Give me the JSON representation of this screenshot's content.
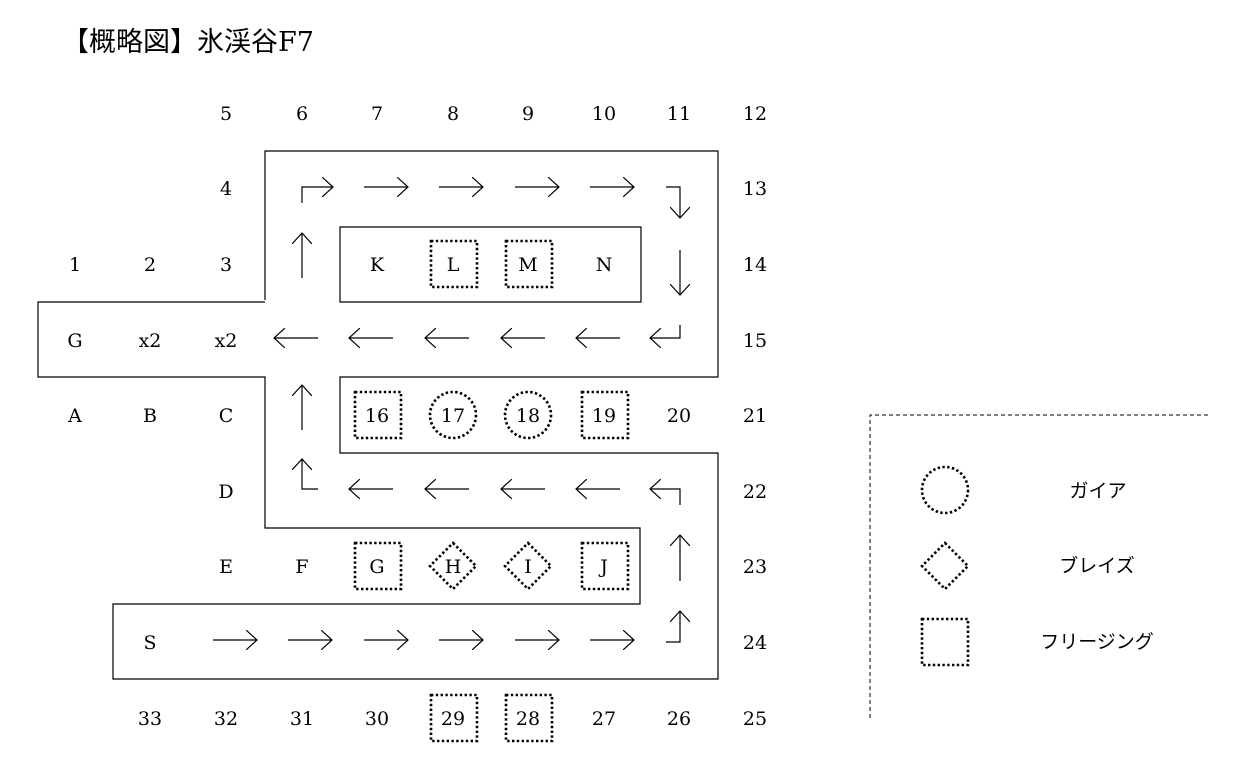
{
  "title": "【概略図】氷渓谷F7",
  "labels": {
    "top_numbers": [
      "5",
      "6",
      "7",
      "8",
      "9",
      "10",
      "11",
      "12"
    ],
    "right_numbers": [
      "13",
      "14",
      "15",
      "21",
      "22",
      "23",
      "24",
      "25"
    ],
    "bottom_numbers": [
      "33",
      "32",
      "31",
      "30",
      "29",
      "28",
      "27",
      "26"
    ],
    "left_numbers": [
      "4",
      "3",
      "2",
      "1"
    ],
    "row_15": [
      "G",
      "x2",
      "x2"
    ],
    "row_21": [
      "A",
      "B",
      "C",
      "16",
      "17",
      "18",
      "19",
      "20"
    ],
    "column_letters": [
      "D",
      "E",
      "F"
    ],
    "upper_cells": [
      "K",
      "L",
      "M",
      "N"
    ],
    "lower_cells": [
      "G",
      "H",
      "I",
      "J"
    ],
    "start": "S"
  },
  "markers": {
    "L": "square",
    "M": "square",
    "16": "square",
    "17": "circle",
    "18": "circle",
    "19": "square",
    "G": "square",
    "H": "diamond",
    "I": "diamond",
    "J": "square",
    "29": "square",
    "28": "square"
  },
  "legend": {
    "items": [
      {
        "shape": "circle",
        "label": "ガイア"
      },
      {
        "shape": "diamond",
        "label": "ブレイズ"
      },
      {
        "shape": "square",
        "label": "フリージング"
      }
    ]
  },
  "colors": {
    "ink": "#000000",
    "background": "#ffffff"
  }
}
